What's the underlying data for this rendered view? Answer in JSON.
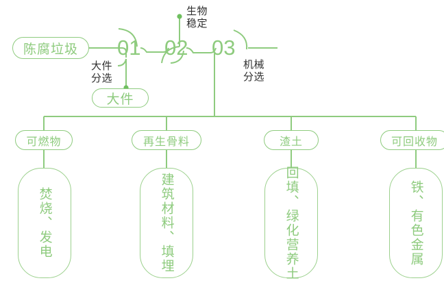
{
  "diagram": {
    "title_source": "陈腐垃圾",
    "accent_color": "#8ecb7e",
    "line_color": "#9bd08c",
    "note_color": "#2f2f2f",
    "background": "#ffffff",
    "source_node": {
      "label": "陈腐垃圾"
    },
    "stages": [
      {
        "number": "01",
        "note": "大件\n分选",
        "note_line1": "大件",
        "note_line2": "分选"
      },
      {
        "number": "02",
        "note_line1": "生物",
        "note_line2": "稳定"
      },
      {
        "number": "03",
        "note_line1": "机械",
        "note_line2": "分选"
      }
    ],
    "side_output": {
      "label": "大件"
    },
    "outputs": [
      {
        "category": "可燃物",
        "destination": "焚烧、发电"
      },
      {
        "category": "再生骨料",
        "destination": "建筑材料、填埋"
      },
      {
        "category": "渣土",
        "destination": "回填、绿化营养土"
      },
      {
        "category": "可回收物",
        "destination": "铁、有色金属"
      }
    ]
  }
}
